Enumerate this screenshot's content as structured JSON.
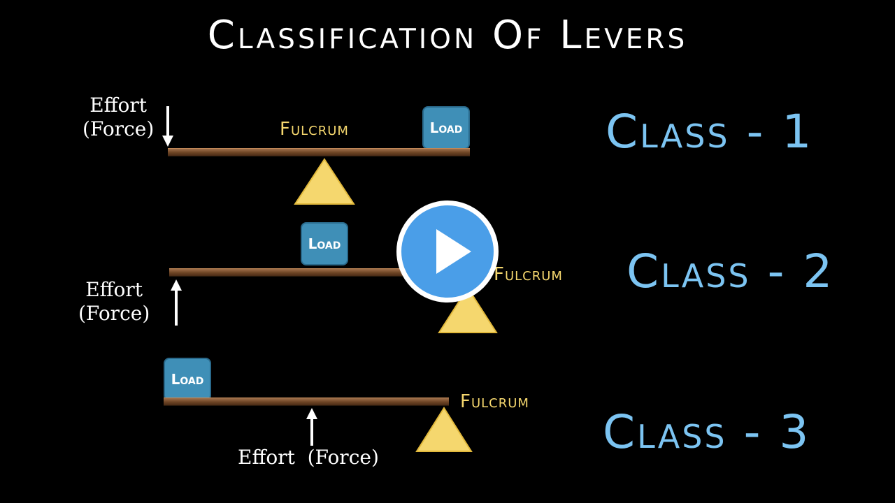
{
  "title": "Classification Of Levers",
  "levers": [
    {
      "class_label": "Class - 1",
      "load_label": "Load",
      "fulcrum_label": "Fulcrum",
      "effort_line1": "Effort",
      "effort_line2": "(Force)"
    },
    {
      "class_label": "Class - 2",
      "load_label": "Load",
      "fulcrum_label": "Fulcrum",
      "effort_line1": "Effort",
      "effort_line2": "(Force)"
    },
    {
      "class_label": "Class - 3",
      "load_label": "Load",
      "fulcrum_label": "Fulcrum",
      "effort_text": "Effort  (Force)"
    }
  ],
  "colors": {
    "background": "#000000",
    "class_text": "#7cc4f2",
    "fulcrum_text": "#f5d76e",
    "fulcrum_triangle": "#f5d76e",
    "load_box": "#3f8fb7",
    "lever_bar": "#6d4424",
    "play_button": "#4a9ee8"
  },
  "icons": {
    "play": "play-icon"
  }
}
